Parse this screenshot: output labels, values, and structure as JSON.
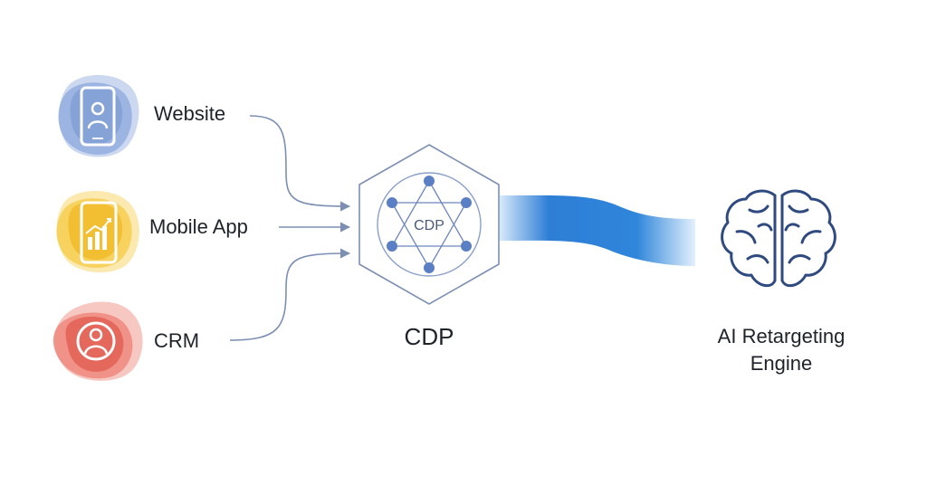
{
  "sources": [
    {
      "label": "Website",
      "icon": "smartphone-user-icon",
      "color": "#5a7ec2"
    },
    {
      "label": "Mobile App",
      "icon": "phone-chart-icon",
      "color": "#f2bd2e"
    },
    {
      "label": "CRM",
      "icon": "user-circle-icon",
      "color": "#e05a52"
    }
  ],
  "hub": {
    "inner_label": "CDP",
    "title": "CDP",
    "color": "#5b7fc4"
  },
  "engine": {
    "title_line1": "AI Retargeting",
    "title_line2": "Engine",
    "icon": "brain-icon",
    "color": "#2f4a80"
  },
  "colors": {
    "connector": "#7c8fb3",
    "flow_start": "#1f6fd0",
    "flow_end": "#d8eaf9",
    "text": "#1f2329"
  }
}
